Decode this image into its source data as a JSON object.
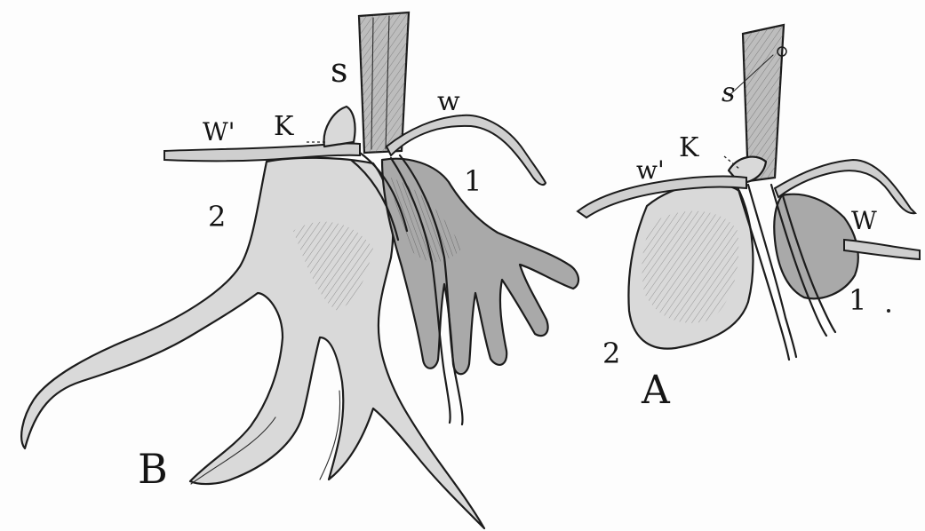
{
  "figure": {
    "B": {
      "panel_letter": "B",
      "labels": {
        "s": "s",
        "w": "w",
        "w_prime": "W'",
        "k": "K",
        "tuber_1": "1",
        "tuber_2": "2"
      }
    },
    "A": {
      "panel_letter": "A",
      "labels": {
        "s": "s",
        "w_left": "w'",
        "k": "K",
        "w_right": "W",
        "tuber_1": "1",
        "tuber_2": "2"
      }
    }
  }
}
